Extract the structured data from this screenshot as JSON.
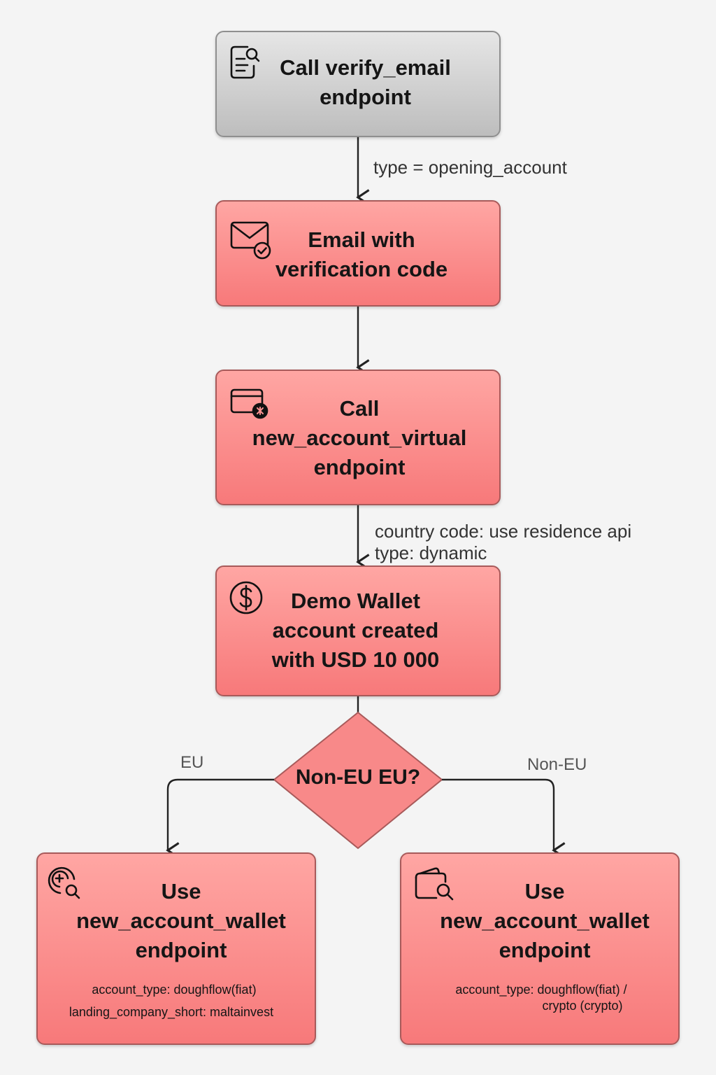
{
  "nodes": {
    "verify_email": {
      "title": "Call verify_email endpoint",
      "icon": "document-search-icon"
    },
    "email_code": {
      "title": "Email with verification code",
      "icon": "mail-check-icon"
    },
    "new_account_virtual": {
      "title": "Call new_account_virtual endpoint",
      "icon": "card-add-icon"
    },
    "demo_wallet": {
      "title": "Demo Wallet account created with USD 10 000",
      "icon": "dollar-circle-icon"
    },
    "decision": {
      "title": "Non-EU EU?"
    },
    "eu_wallet": {
      "title": "Use new_account_wallet endpoint",
      "line1": "account_type: doughflow(fiat)",
      "line2": "landing_company_short: maltainvest",
      "icon": "target-search-icon"
    },
    "noneu_wallet": {
      "title": "Use new_account_wallet endpoint",
      "line1": "account_type: doughflow(fiat) /",
      "line2": "crypto (crypto)",
      "icon": "wallet-search-icon"
    }
  },
  "edges": {
    "verify_to_email": "type = opening_account",
    "virtual_to_demo_line1": "country code: use residence api",
    "virtual_to_demo_line2": "type: dynamic",
    "eu_branch": "EU",
    "noneu_branch": "Non-EU"
  },
  "colors": {
    "node_fill": "#f78a89",
    "node_border": "#a85a5a",
    "gray_fill": "#d2d2d2",
    "arrow": "#222222",
    "background": "#f4f4f4"
  }
}
